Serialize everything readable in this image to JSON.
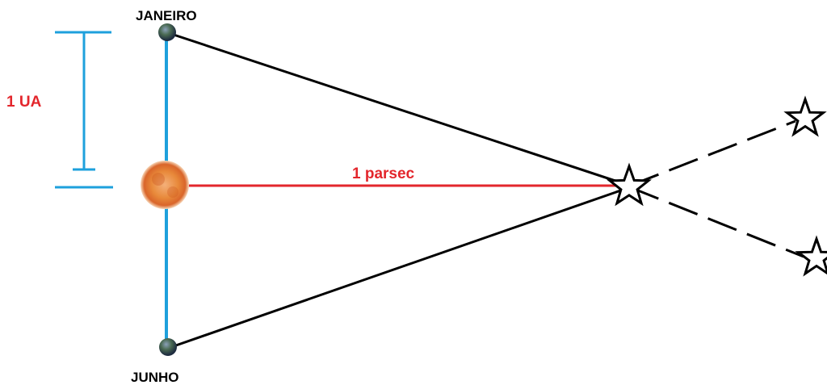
{
  "labels": {
    "january": "JANEIRO",
    "june": "JUNHO",
    "au": "1 UA",
    "parsec": "1 parsec"
  },
  "colors": {
    "blue": "#1ea0dc",
    "red": "#e3262c",
    "black": "#000000",
    "sun": "#e8893a",
    "earth": "#3a4f6a"
  }
}
